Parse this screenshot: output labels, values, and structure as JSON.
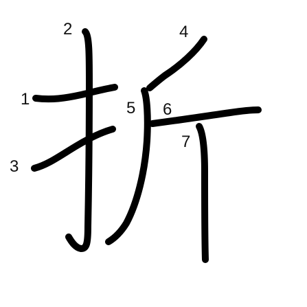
{
  "diagram": {
    "character": "折",
    "stroke_color": "#000000",
    "stroke_order": [
      {
        "number": "1",
        "stroke": "horizontal"
      },
      {
        "number": "2",
        "stroke": "vertical-hook"
      },
      {
        "number": "3",
        "stroke": "rising"
      },
      {
        "number": "4",
        "stroke": "left-falling"
      },
      {
        "number": "5",
        "stroke": "left-falling-vertical"
      },
      {
        "number": "6",
        "stroke": "horizontal"
      },
      {
        "number": "7",
        "stroke": "vertical"
      }
    ]
  }
}
